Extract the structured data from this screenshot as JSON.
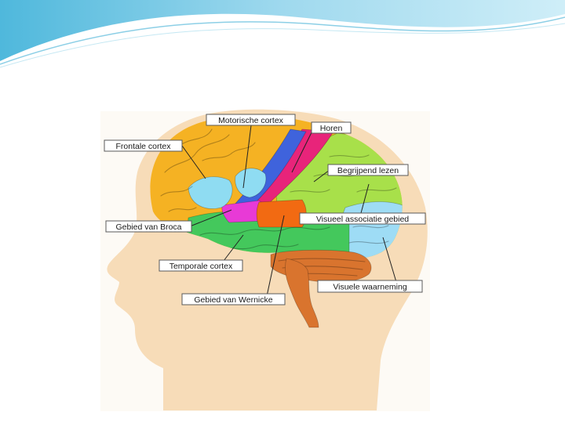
{
  "labels": {
    "motorische_cortex": "Motorische cortex",
    "horen": "Horen",
    "frontale_cortex": "Frontale cortex",
    "begrijpend_lezen": "Begrijpend lezen",
    "gebied_van_broca": "Gebied van Broca",
    "visueel_associatie_gebied": "Visueel associatie gebied",
    "temporale_cortex": "Temporale cortex",
    "visuele_waarneming": "Visuele waarneming",
    "gebied_van_wernicke": "Gebied van Wernicke"
  },
  "colors": {
    "head_skin": "#f7dcb8",
    "frontal": "#f5b223",
    "motor": "#3f63dc",
    "hearing": "#e8247a",
    "parietal": "#a8e04a",
    "prefrontal_blue": "#8fdcf2",
    "broca": "#e83ad6",
    "wernicke": "#f26a12",
    "temporal": "#44c85c",
    "visual": "#9edcf5",
    "cerebellum": "#d9742e",
    "slide_accent": "#4fb8dc"
  }
}
